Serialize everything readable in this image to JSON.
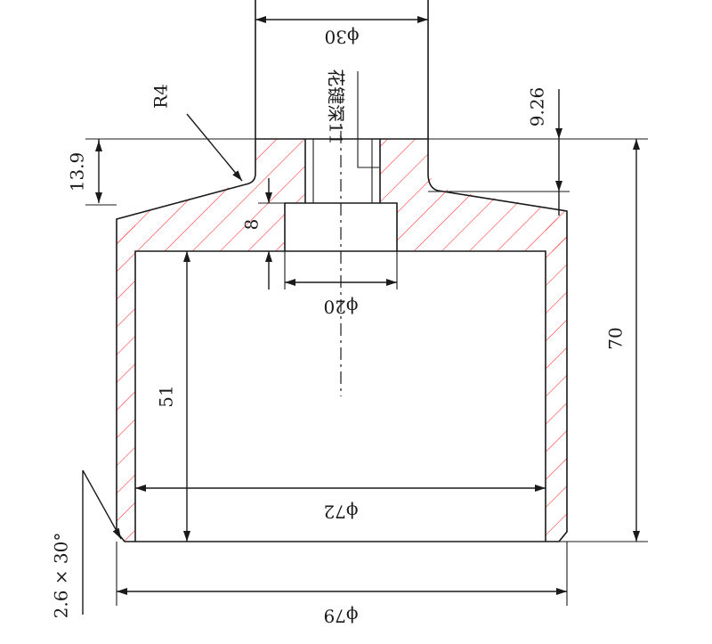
{
  "drawing": {
    "hatch_color": "#ff3b3b",
    "line_color": "#1a1a1a",
    "dimensions": {
      "top_bore_diameter": "ϕ30",
      "spline_note": "花键深11",
      "fillet_radius": "R4",
      "top_step_height": "9.26",
      "shoulder_height": "13.9",
      "counterbore_depth": "8",
      "counterbore_diameter": "ϕ20",
      "overall_height": "70",
      "cavity_depth": "51",
      "cavity_diameter": "ϕ72",
      "chamfer": "2.6 × 30°",
      "outer_diameter": "ϕ79"
    }
  }
}
